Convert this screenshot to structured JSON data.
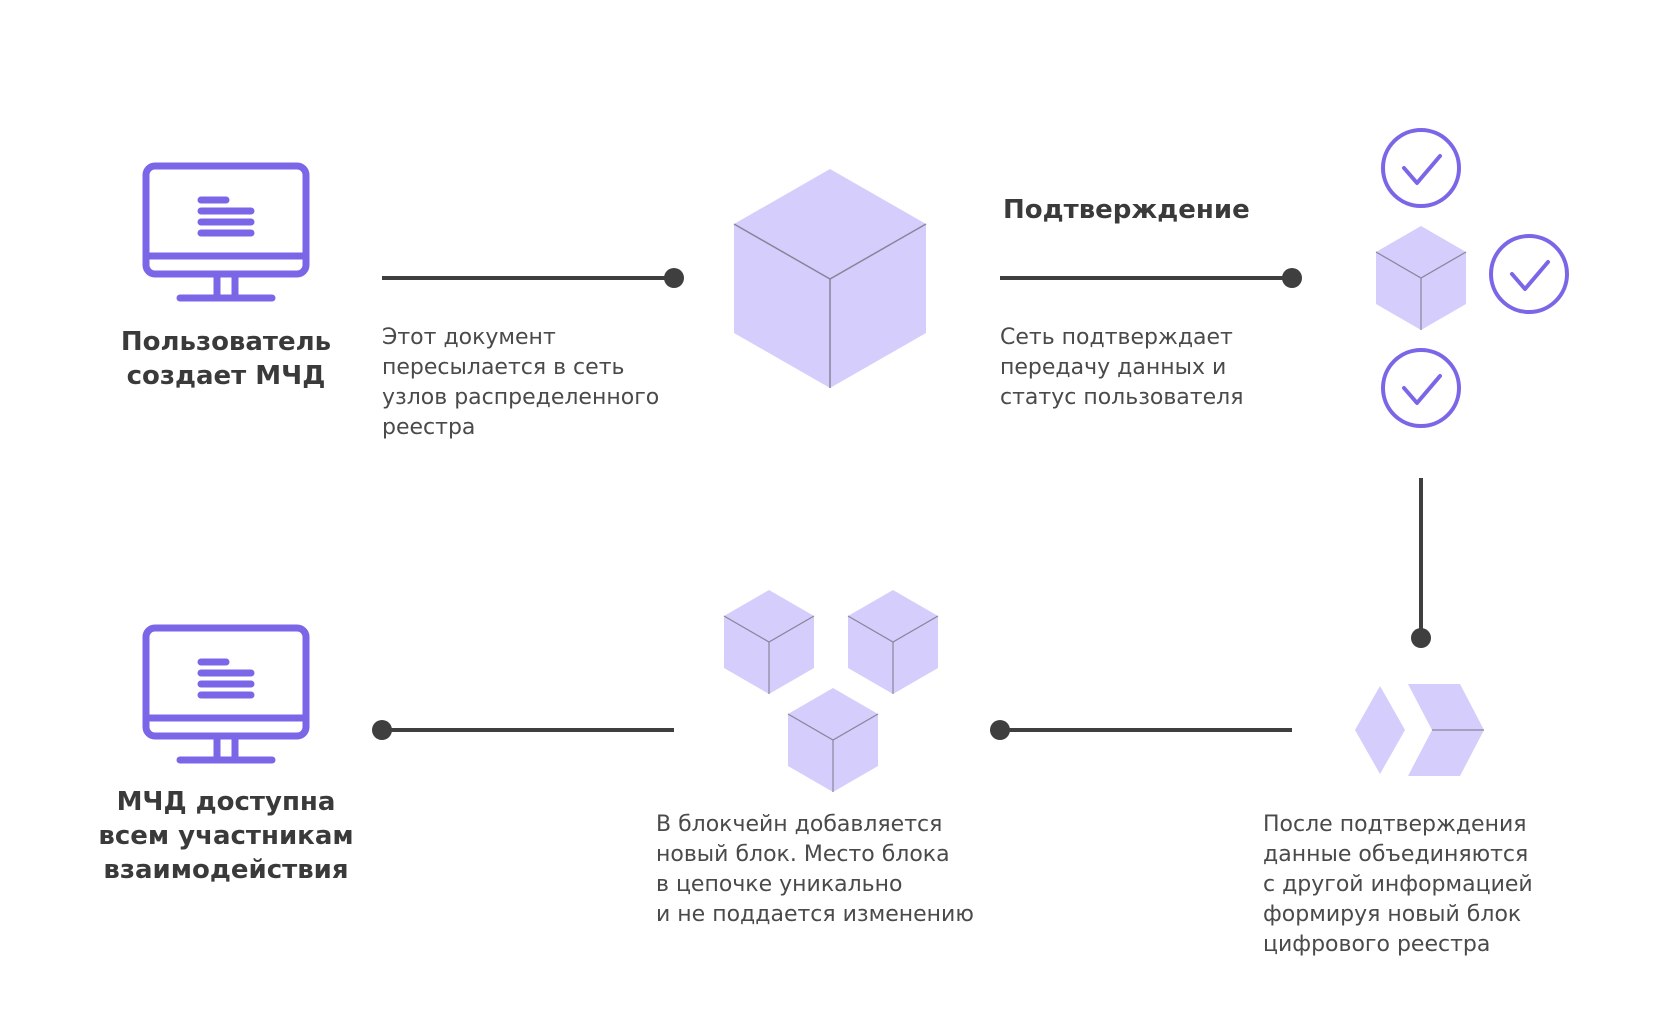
{
  "colors": {
    "accent": "#7b66e8",
    "cube_fill": "#d5cdfb",
    "cube_edge": "#8a849a",
    "connector": "#3f3f3f",
    "text": "#3a3a3a"
  },
  "icons": {
    "top_left": "monitor-icon",
    "bottom_left": "monitor-icon",
    "top_cube": "cube-icon",
    "check": "check-circle-icon",
    "merge": "arrow-merge-icon",
    "blocks": "cube-cluster-icon"
  },
  "labels": {
    "user_creates": "Пользователь\nсоздает МЧД",
    "mchd_available": "МЧД доступна\nвсем участникам\nвзаимодействия",
    "confirmation_title": "Подтверждение"
  },
  "descriptions": {
    "forwarded": "Этот документ\nпересылается в сеть\nузлов распределенного\nреестра",
    "network_confirms": "Сеть подтверждает\nпередачу данных и\nстатус пользователя",
    "after_confirmation": "После подтверждения\nданные объединяются\nс другой информацией\nформируя новый блок\nцифрового реестра",
    "new_block": "В блокчейн добавляется\nновый блок. Место блока\nв цепочке уникально\nи не поддается изменению"
  }
}
